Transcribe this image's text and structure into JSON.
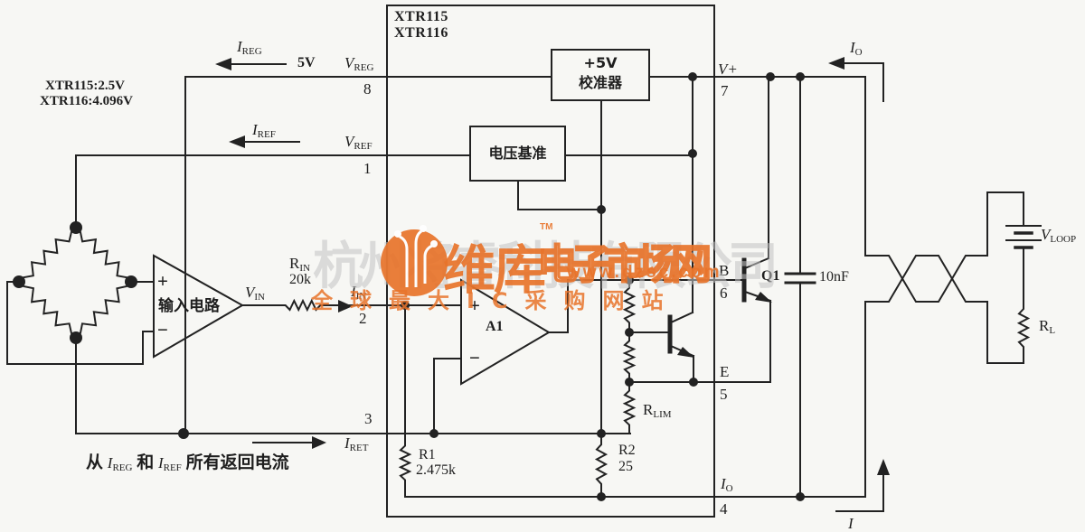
{
  "notes": {
    "xtr115_ref": "XTR115:2.5V",
    "xtr116_ref": "XTR116:4.096V"
  },
  "ic": {
    "name1": "XTR115",
    "name2": "XTR116",
    "regulator": {
      "line1": "+5V",
      "line2": "校准器"
    },
    "reference": {
      "label": "电压基准"
    },
    "input_amp": {
      "label": "输入电路",
      "plus": "+",
      "minus": "−"
    },
    "amp": {
      "label": "A1",
      "plus": "+",
      "minus": "−"
    }
  },
  "pins": {
    "p1": "1",
    "p2": "2",
    "p3": "3",
    "p4": "4",
    "p5": "5",
    "p6": "6",
    "p7": "7",
    "p8": "8",
    "b": "B",
    "e": "E",
    "vplus": "V+"
  },
  "sym": {
    "i_reg": {
      "m": "I",
      "s": "REG"
    },
    "i_ref": {
      "m": "I",
      "s": "REF"
    },
    "v_reg": {
      "m": "V",
      "s": "REG"
    },
    "v_ref": {
      "m": "V",
      "s": "REF"
    },
    "v_in": {
      "m": "V",
      "s": "IN"
    },
    "i_in": {
      "m": "I",
      "s": "IN"
    },
    "i_ret": {
      "m": "I",
      "s": "RET"
    },
    "r_in": {
      "m": "R",
      "s": "IN"
    },
    "r_lim": {
      "m": "R",
      "s": "LIM"
    },
    "v_loop": {
      "m": "V",
      "s": "LOOP"
    },
    "r_l": {
      "m": "R",
      "s": "L"
    },
    "i_o_top": {
      "m": "I",
      "s": "O"
    },
    "i_o_bot": {
      "m": "I",
      "s": "O"
    },
    "i_loop": {
      "m": "I",
      "s": ""
    }
  },
  "values": {
    "v5": "5V",
    "r_in_val": "20k",
    "r1_name": "R1",
    "r1_val": "2.475k",
    "r2_name": "R2",
    "r2_val": "25",
    "cap": "10nF",
    "q1": "Q1"
  },
  "caption": {
    "pre": "从",
    "mid": "和",
    "post": "所有返回电流"
  },
  "watermark": {
    "company": "杭州将睿科技有限公司",
    "brand": "维库",
    "tm": "TM",
    "site": "电子市场网",
    "url": "www.dzsc.com",
    "slogan": "全球最大IC采购网站"
  },
  "colors": {
    "accent": "#e8742b",
    "line": "#222222",
    "gray_watermark": "#c4c4c4"
  }
}
